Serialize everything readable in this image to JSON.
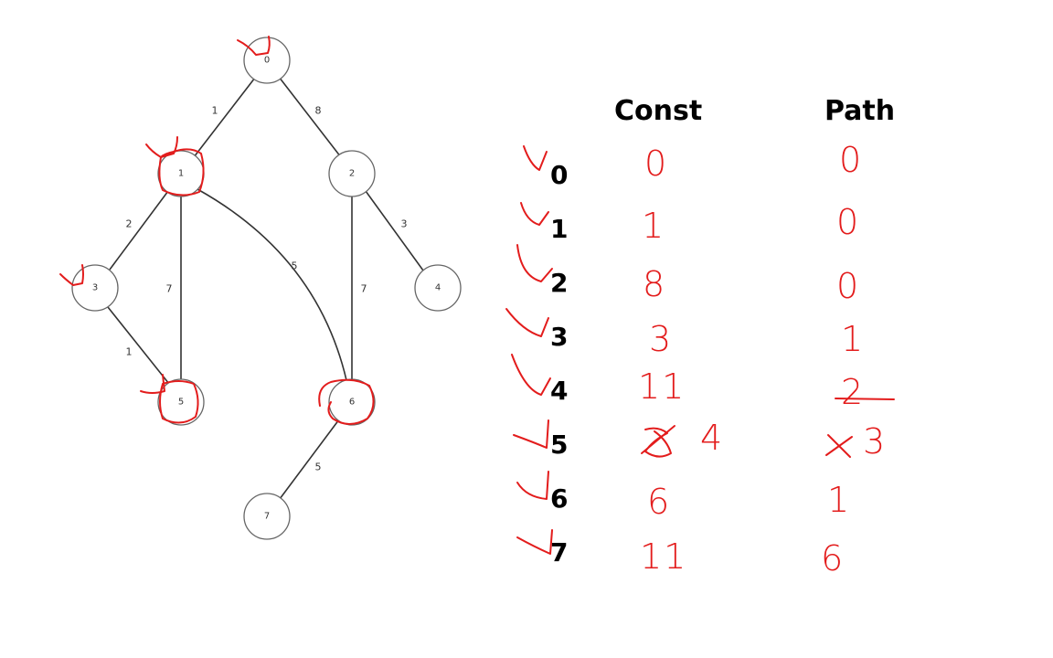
{
  "graph": {
    "nodes": [
      {
        "id": "0",
        "label": "0"
      },
      {
        "id": "1",
        "label": "1"
      },
      {
        "id": "2",
        "label": "2"
      },
      {
        "id": "3",
        "label": "3"
      },
      {
        "id": "4",
        "label": "4"
      },
      {
        "id": "5",
        "label": "5"
      },
      {
        "id": "6",
        "label": "6"
      },
      {
        "id": "7",
        "label": "7"
      }
    ],
    "edges": [
      {
        "from": "0",
        "to": "1",
        "weight": "1"
      },
      {
        "from": "0",
        "to": "2",
        "weight": "8"
      },
      {
        "from": "1",
        "to": "3",
        "weight": "2"
      },
      {
        "from": "1",
        "to": "5",
        "weight": "7"
      },
      {
        "from": "1",
        "to": "6",
        "weight": "5"
      },
      {
        "from": "2",
        "to": "6",
        "weight": "7"
      },
      {
        "from": "2",
        "to": "4",
        "weight": "3"
      },
      {
        "from": "3",
        "to": "5",
        "weight": "1"
      },
      {
        "from": "6",
        "to": "7",
        "weight": "5"
      }
    ]
  },
  "table": {
    "headers": {
      "cost": "Const",
      "path": "Path"
    },
    "rows": [
      {
        "index": "0",
        "cost": "0",
        "path": "0"
      },
      {
        "index": "1",
        "cost": "1",
        "path": "0"
      },
      {
        "index": "2",
        "cost": "8",
        "path": "0"
      },
      {
        "index": "3",
        "cost": "3",
        "path": "1"
      },
      {
        "index": "4",
        "cost": "11",
        "path": "2"
      },
      {
        "index": "5",
        "cost": "4",
        "path": "3"
      },
      {
        "index": "6",
        "cost": "6",
        "path": "1"
      },
      {
        "index": "7",
        "cost": "11",
        "path": "6"
      }
    ]
  }
}
